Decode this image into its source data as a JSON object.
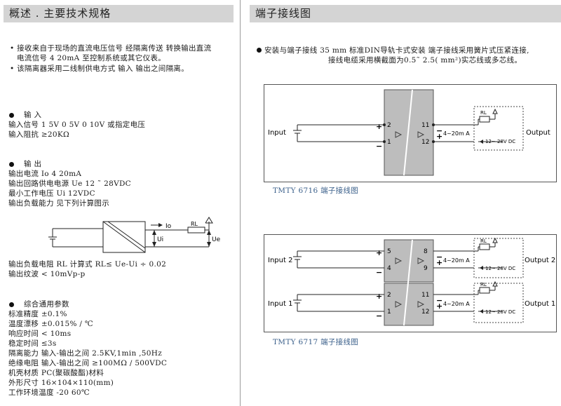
{
  "left": {
    "header": "概述 . 主要技术规格",
    "overview": {
      "line1": "• 接收来自于现场的直流电压信号   经隔离传送   转换输出直流",
      "line2": "电流信号 4   20mA 至控制系统或其它仪表。",
      "line3": "• 该隔离器采用二线制供电方式    输入   输出之间隔离。"
    },
    "input": {
      "title": "输  入",
      "lines": [
        "输入信号  1  5V  0  5V  0  10V   或指定电压",
        "输入阻抗    ≥20KΩ"
      ]
    },
    "output": {
      "title": "输  出",
      "lines": [
        "输出电流   Io      4  20mA",
        "输出回路供电电源   Ue      12 ˜ 28VDC",
        "最小工作电压   Ui       12VDC",
        "输出负载能力   见下列计算图示"
      ],
      "load_line": "输出负载电阻   RL        计算式 RL≤   Ue-Ui   ÷ 0.02",
      "ripple_line": "输出纹波    < 10mVp-p",
      "diagram": {
        "io": "Io",
        "rl": "RL",
        "ui": "Ui",
        "ue": "Ue"
      }
    },
    "general": {
      "title": "综合通用参数",
      "lines": [
        "标准精度   ±0.1%",
        "温度漂移   ±0.015% / ℃",
        "响应时间   < 10ms",
        "稳定时间   ≤3s",
        "隔离能力   输入-输出之间 2.5KV,1min ,50Hz",
        "绝缘电阻   输入-输出之间  ≥100MΩ / 500VDC",
        "机壳材质   PC(聚碳酸酯)材料",
        "外形尺寸   16×104×110(mm)",
        "工作环境温度    -20     60℃"
      ]
    }
  },
  "right": {
    "header": "端子接线图",
    "install_line1": "安装与端子接线   35 mm 标准DIN导轨卡式安装   端子接线采用簧片式压紧连接,",
    "install_line2": "接线电缆采用横截面为0.5˜ 2.5( mm²)实芯线或多芯线。",
    "diagram1": {
      "caption": "TMTY 6716   端子接线图",
      "input_label": "Input",
      "output_label": "Output",
      "terminals": [
        "2",
        "1",
        "11",
        "12"
      ],
      "current": "4~20m A",
      "rl": "RL",
      "supply": "12~ 28V DC"
    },
    "diagram2": {
      "caption": "TMTY 6717   端子接线图",
      "input2_label": "Input 2",
      "input1_label": "Input 1",
      "output2_label": "Output 2",
      "output1_label": "Output 1",
      "terminals_top": [
        "5",
        "4",
        "8",
        "9"
      ],
      "terminals_bottom": [
        "2",
        "1",
        "11",
        "12"
      ],
      "current": "4~20m A",
      "rl": "RL",
      "supply": "12~ 28V DC"
    }
  }
}
